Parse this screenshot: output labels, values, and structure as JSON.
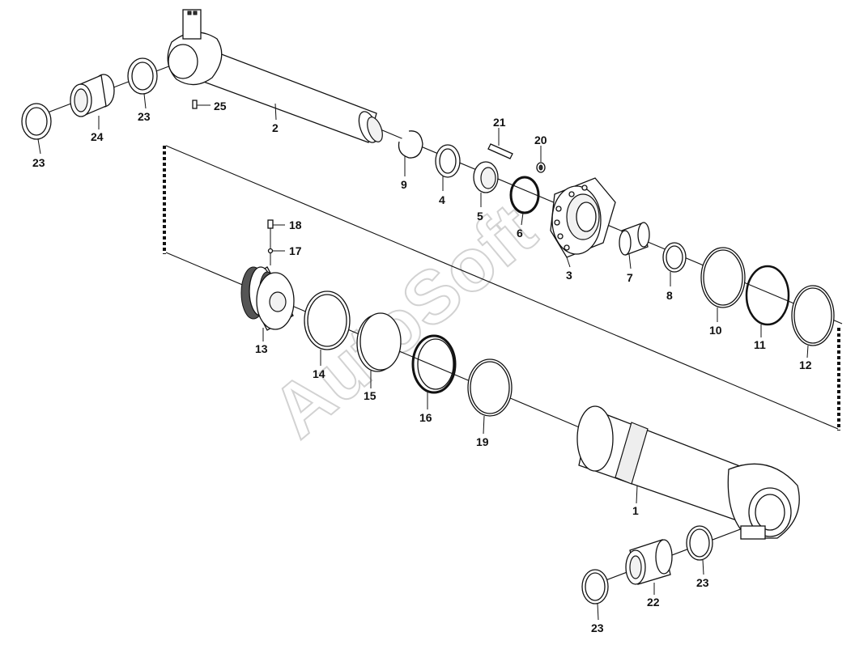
{
  "watermark": "AutoSoft",
  "labels": {
    "p1": "1",
    "p2": "2",
    "p3": "3",
    "p4": "4",
    "p5": "5",
    "p6": "6",
    "p7": "7",
    "p8": "8",
    "p9": "9",
    "p10": "10",
    "p11": "11",
    "p12": "12",
    "p13": "13",
    "p14": "14",
    "p15": "15",
    "p16": "16",
    "p17": "17",
    "p18": "18",
    "p19": "19",
    "p20": "20",
    "p21": "21",
    "p22": "22",
    "p23a": "23",
    "p23b": "23",
    "p23c": "23",
    "p23d": "23",
    "p24": "24",
    "p25": "25"
  }
}
